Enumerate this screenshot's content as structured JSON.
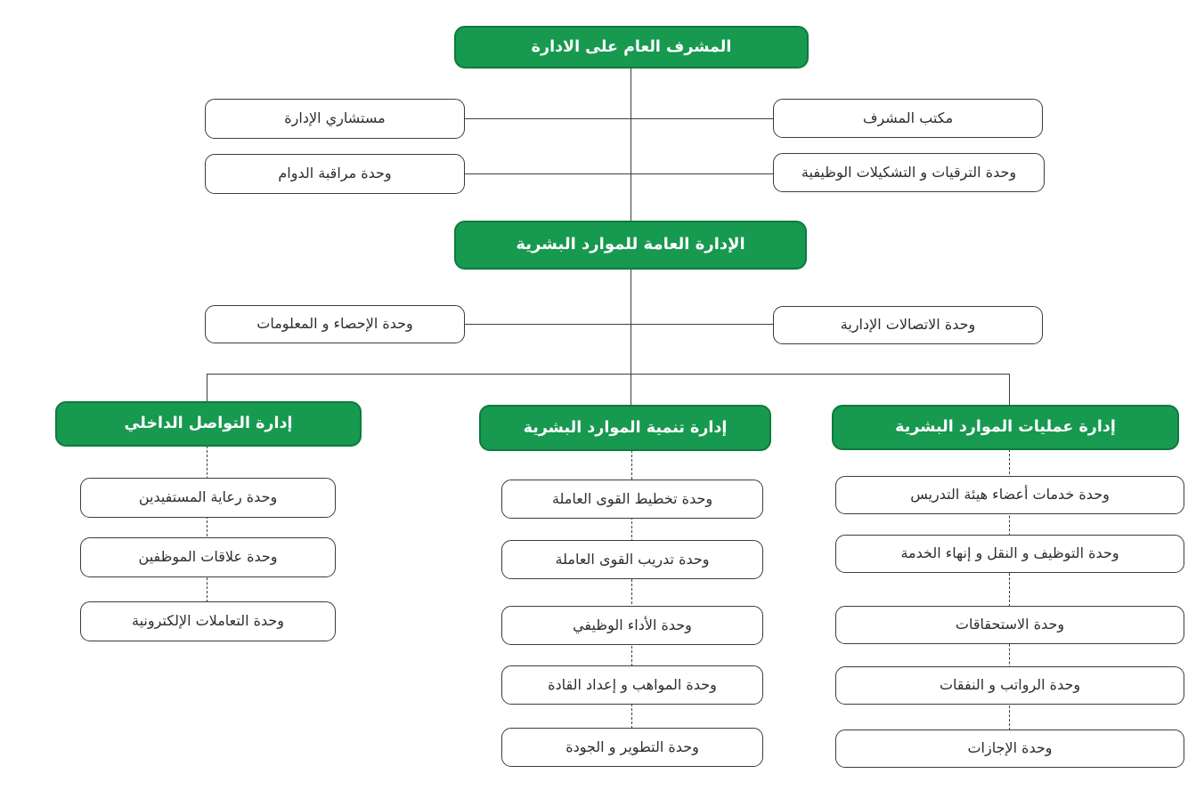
{
  "diagram": {
    "type": "org-chart",
    "direction": "rtl",
    "root": {
      "label": "المشرف العام على الادارة"
    },
    "root_staff_left": [
      "مستشاري الإدارة",
      "وحدة مراقبة الدوام"
    ],
    "root_staff_right": [
      "مكتب المشرف",
      "وحدة الترقيات و التشكيلات الوظيفية"
    ],
    "general_management": {
      "label": "الإدارة العامة للموارد البشرية"
    },
    "gm_staff_left": [
      "وحدة الإحصاء و المعلومات"
    ],
    "gm_staff_right": [
      "وحدة الاتصالات الإدارية"
    ],
    "departments": [
      {
        "label": "إدارة التواصل الداخلي",
        "units": [
          "وحدة رعاية المستفيدين",
          "وحدة علاقات الموظفين",
          "وحدة التعاملات الإلكترونية"
        ]
      },
      {
        "label": "إدارة تنمية الموارد البشرية",
        "units": [
          "وحدة تخطيط القوى العاملة",
          "وحدة تدريب القوى العاملة",
          "وحدة الأداء الوظيفي",
          "وحدة المواهب و إعداد القادة",
          "وحدة التطوير و الجودة"
        ]
      },
      {
        "label": "إدارة عمليات الموارد البشرية",
        "units": [
          "وحدة خدمات أعضاء هيئة التدريس",
          "وحدة التوظيف و النقل و إنهاء الخدمة",
          "وحدة الاستحقاقات",
          "وحدة الرواتب و النفقات",
          "وحدة الإجازات"
        ]
      }
    ]
  },
  "colors": {
    "node-green": "#17994F",
    "node-green-border": "#0E7A3E",
    "node-white": "#FFFFFF",
    "node-border": "#3C3C3C",
    "node-text": "#2E2E2E",
    "node-text-on-green": "#FFFFFF",
    "connector": "#3F3F3F",
    "background": "#FFFFFF"
  }
}
